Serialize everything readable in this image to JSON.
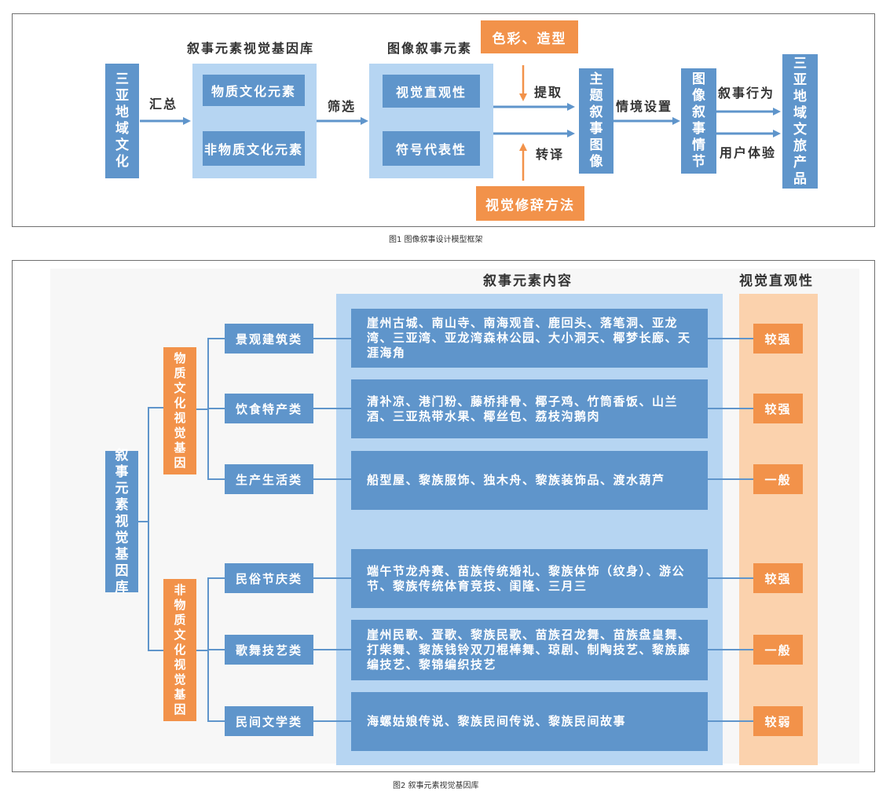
{
  "fig1": {
    "caption": "图1 图像叙事设计模型框架",
    "source": "三亚地域文化",
    "arrow_collect": "汇总",
    "gene_library_title": "叙事元素视觉基因库",
    "gene_items": [
      "物质文化元素",
      "非物质文化元素"
    ],
    "arrow_filter": "筛选",
    "narrative_elements_title": "图像叙事元素",
    "narrative_items": [
      "视觉直观性",
      "符号代表性"
    ],
    "color_shape": "色彩、造型",
    "extract": "提取",
    "translate": "转译",
    "rhetoric": "视觉修辞方法",
    "theme_image": "主题叙事图像",
    "scenario": "情境设置",
    "plot": "图像叙事情节",
    "narrative_behavior": "叙事行为",
    "user_experience": "用户体验",
    "product": "三亚地域文旅产品"
  },
  "fig2": {
    "caption": "图2 叙事元素视觉基因库",
    "content_header": "叙事元素内容",
    "intuitive_header": "视觉直观性",
    "root": "叙事元素视觉基因库",
    "groups": [
      {
        "name": "物质文化视觉基因",
        "categories": [
          {
            "name": "景观建筑类",
            "content": "崖州古城、南山寺、南海观音、鹿回头、落笔洞、亚龙湾、三亚湾、亚龙湾森林公园、大小洞天、椰梦长廊、天涯海角",
            "rating": "较强"
          },
          {
            "name": "饮食特产类",
            "content": "清补凉、港门粉、藤桥排骨、椰子鸡、竹筒香饭、山兰酒、三亚热带水果、椰丝包、荔枝沟鹅肉",
            "rating": "较强"
          },
          {
            "name": "生产生活类",
            "content": "船型屋、黎族服饰、独木舟、黎族装饰品、渡水葫芦",
            "rating": "一般"
          }
        ]
      },
      {
        "name": "非物质文化视觉基因",
        "categories": [
          {
            "name": "民俗节庆类",
            "content": "端午节龙舟赛、苗族传统婚礼、黎族体饰（纹身）、游公节、黎族传统体育竞技、闺隆、三月三",
            "rating": "较强"
          },
          {
            "name": "歌舞技艺类",
            "content": "崖州民歌、疍歌、黎族民歌、苗族召龙舞、苗族盘皇舞、打柴舞、黎族钱铃双刀棍棒舞、琼剧、制陶技艺、黎族藤编技艺、黎锦编织技艺",
            "rating": "一般"
          },
          {
            "name": "民间文学类",
            "content": "海螺姑娘传说、黎族民间传说、黎族民间故事",
            "rating": "较弱"
          }
        ]
      }
    ]
  },
  "colors": {
    "blue": "#5f95cb",
    "light_blue": "#b6d5f2",
    "orange": "#f2924a",
    "peach": "#fbd2ad"
  }
}
